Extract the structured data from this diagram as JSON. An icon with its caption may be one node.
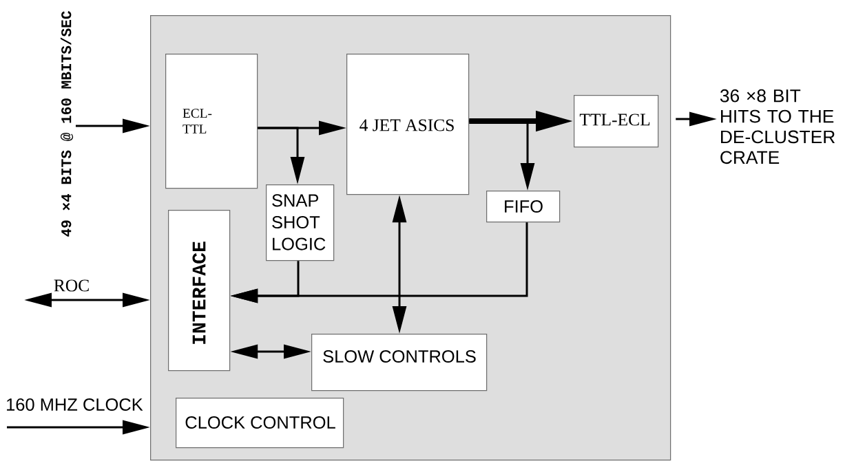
{
  "diagram": {
    "nodes": [
      {
        "text": [],
        "shape": "box"
      },
      {
        "text": [
          "ECL-TTL"
        ],
        "in": 0
      },
      {
        "text": [
          "4 JET ASICS"
        ],
        "in": 0
      },
      {
        "text": [
          "TTL-ECL"
        ],
        "in": 0
      },
      {
        "text": [
          "SNAP SHOT LOGIC"
        ],
        "in": 0
      },
      {
        "text": [
          "FIFO"
        ],
        "in": 0
      },
      {
        "text": [
          "INTERFACE"
        ],
        "in": 0
      },
      {
        "text": [
          "SLOW CONTROLS"
        ],
        "in": 0
      },
      {
        "text": [
          "CLOCK CONTROL"
        ],
        "in": 0
      },
      {
        "text": [
          "49 ×4 BITS @ 160 MBITS/SEC"
        ]
      },
      {
        "text": [
          "36 ×8 BIT HITS TO THE DE-CLUSTER CRATE"
        ]
      }
    ],
    "edges": [
      {
        "from": 9,
        "to": 0,
        "arrow": "to"
      },
      {
        "from": 1,
        "to": 2,
        "arrow": "to"
      },
      {
        "from": 1,
        "to": 4,
        "arrow": "to"
      },
      {
        "from": 2,
        "to": 3,
        "arrow": "to",
        "style": "thick"
      },
      {
        "from": 2,
        "to": 5,
        "arrow": "to"
      },
      {
        "from": 4,
        "to": 6,
        "arrow": "to"
      },
      {
        "from": 5,
        "to": 6,
        "arrow": "to"
      },
      {
        "from": 2,
        "to": 7,
        "arrow": "both"
      },
      {
        "from": 6,
        "to": 7,
        "arrow": "both"
      },
      {
        "from": null,
        "to": 0,
        "arrow": "both",
        "label": "ROC"
      },
      {
        "from": null,
        "to": 0,
        "arrow": "to",
        "label": "160 MHZ CLOCK"
      },
      {
        "from": 0,
        "to": 10,
        "arrow": "to"
      }
    ]
  }
}
